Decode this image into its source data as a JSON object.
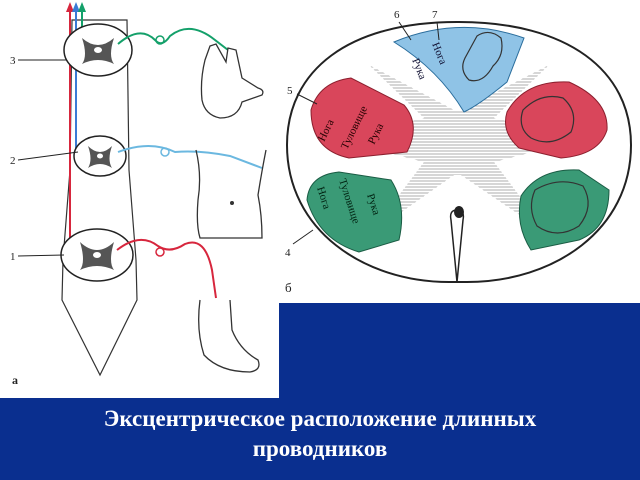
{
  "panel_a": {
    "letter": "а",
    "level_labels": [
      "3",
      "2",
      "1"
    ]
  },
  "panel_b": {
    "letter": "б",
    "pointer_labels": [
      "6",
      "7",
      "5",
      "4"
    ],
    "sector_words": {
      "leg": "Нога",
      "torso": "Туловище",
      "arm": "Рука"
    }
  },
  "caption": {
    "line1": "Эксцентрическое расположение длинных",
    "line2": "проводников"
  },
  "colors": {
    "background": "#0a2f8f",
    "red_tract": "#d7263d",
    "green_tract": "#14a06a",
    "blue_tract": "#6bb8e0",
    "red_sector": "#d9465b",
    "green_sector": "#3a9a76",
    "blue_sector": "#8fc3e6"
  }
}
